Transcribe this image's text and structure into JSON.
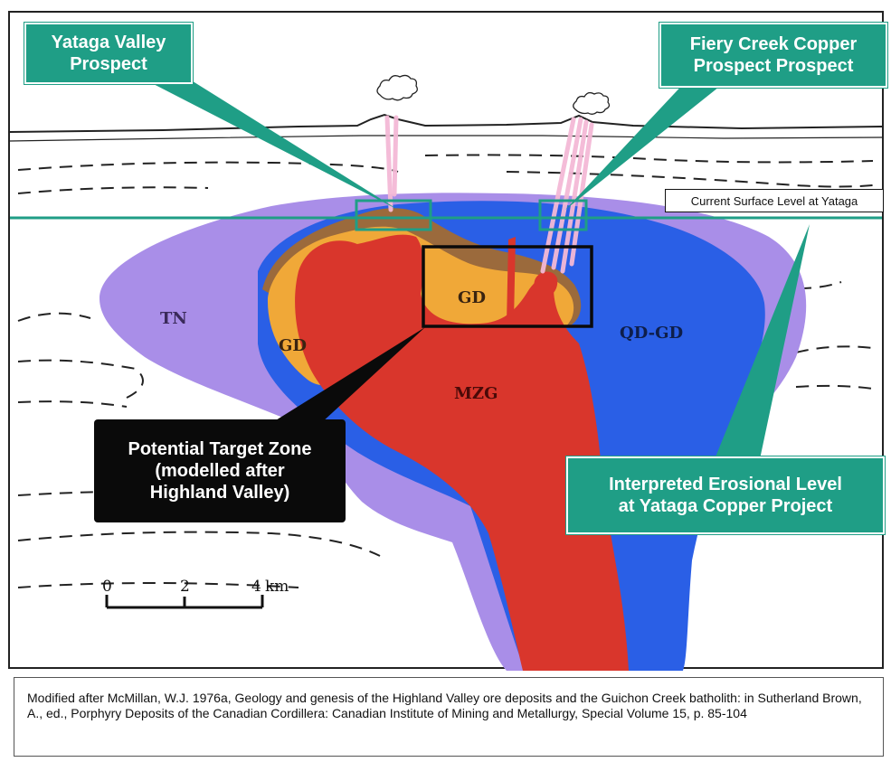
{
  "callouts": {
    "yataga_valley": "Yataga Valley\nProspect",
    "fiery_creek": "Fiery Creek Copper\nProspect Prospect",
    "target_zone": "Potential Target Zone\n(modelled after\nHighland Valley)",
    "erosional_level": "Interpreted Erosional Level\nat Yataga Copper Project"
  },
  "surface_level_label": "Current Surface Level at Yataga",
  "unit_labels": {
    "tn": "TN",
    "gd_left": "GD",
    "gd_center": "GD",
    "mzg": "MZG",
    "qd_gd": "QD-GD"
  },
  "scale_bar": {
    "ticks": [
      "0",
      "2",
      "4"
    ],
    "unit": "km"
  },
  "caption": "Modified after McMillan, W.J. 1976a, Geology and genesis of the Highland Valley ore deposits and the Guichon Creek batholith: in Sutherland Brown, A., ed., Porphyry Deposits of the Canadian Cordillera: Canadian Institute of Mining and Metallurgy, Special Volume 15, p. 85-104",
  "colors": {
    "teal": "#1f9e86",
    "tn_purple": "#a98ee8",
    "qd_gd_blue": "#2a5fe6",
    "mzg_red": "#d9362c",
    "gd_orange": "#f0a838",
    "gd_brown": "#9b6a3c",
    "pink_vein": "#f4b9d6"
  }
}
